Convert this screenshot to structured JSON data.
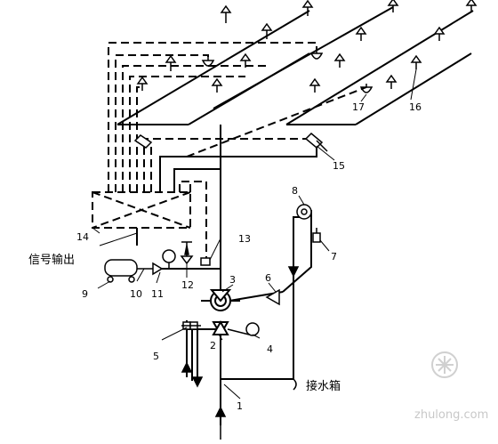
{
  "labels": {
    "n1": "1",
    "n2": "2",
    "n3": "3",
    "n4": "4",
    "n5": "5",
    "n6": "6",
    "n7": "7",
    "n8": "8",
    "n9": "9",
    "n10": "10",
    "n11": "11",
    "n12": "12",
    "n13": "13",
    "n14": "14",
    "n15": "15",
    "n16": "16",
    "n17": "17",
    "signal_output": "信号输出",
    "drain_tank": "接水箱"
  },
  "watermark": "zhulong.com",
  "colors": {
    "line": "#000000",
    "watermark": "#c8c8c8"
  }
}
